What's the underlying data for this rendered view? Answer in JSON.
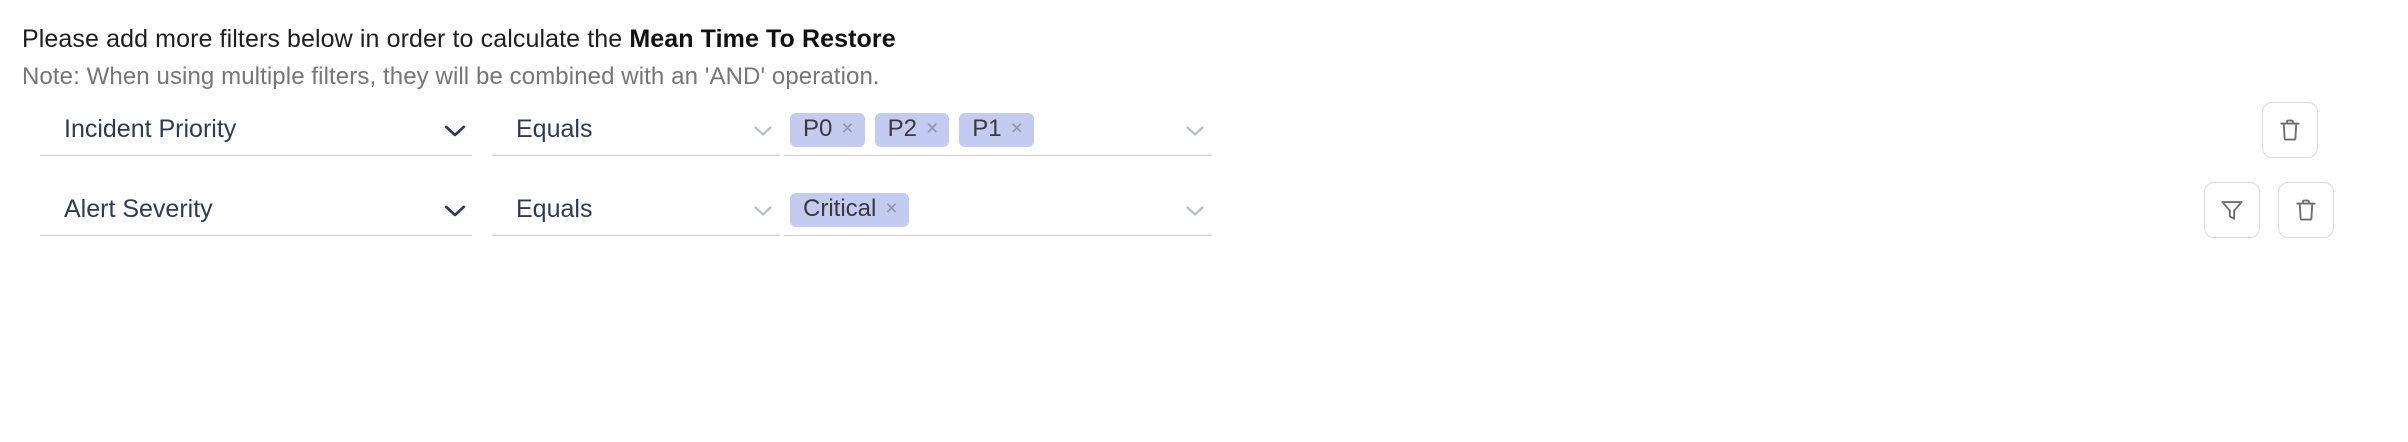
{
  "header": {
    "text_plain": "Please add more filters below in order to calculate the ",
    "text_bold": "Mean Time To Restore",
    "note": "Note: When using multiple filters, they will be combined with an 'AND' operation."
  },
  "colors": {
    "chip_background": "#c3cbf0",
    "chip_text": "#3a3a3a",
    "field_text": "#2e3a59",
    "note_text": "#767676",
    "underline": "#cfcfcf",
    "icon_stroke": "#6e6e6e",
    "button_border": "#dcdcdc"
  },
  "rows": [
    {
      "field": {
        "value": "Incident Priority",
        "icon": "chevron-down-icon"
      },
      "operator": {
        "value": "Equals",
        "icon": "chevron-down-icon"
      },
      "value": {
        "chips": [
          {
            "label": "P0",
            "remove": "×"
          },
          {
            "label": "P2",
            "remove": "×"
          },
          {
            "label": "P1",
            "remove": "×"
          }
        ],
        "icon": "chevron-down-icon"
      },
      "actions": [
        {
          "name": "delete-filter-button",
          "icon": "trash-icon"
        }
      ]
    },
    {
      "field": {
        "value": "Alert Severity",
        "icon": "chevron-down-icon"
      },
      "operator": {
        "value": "Equals",
        "icon": "chevron-down-icon"
      },
      "value": {
        "chips": [
          {
            "label": "Critical",
            "remove": "×"
          }
        ],
        "icon": "chevron-down-icon"
      },
      "actions": [
        {
          "name": "add-filter-button",
          "icon": "funnel-icon"
        },
        {
          "name": "delete-filter-button",
          "icon": "trash-icon"
        }
      ]
    }
  ]
}
